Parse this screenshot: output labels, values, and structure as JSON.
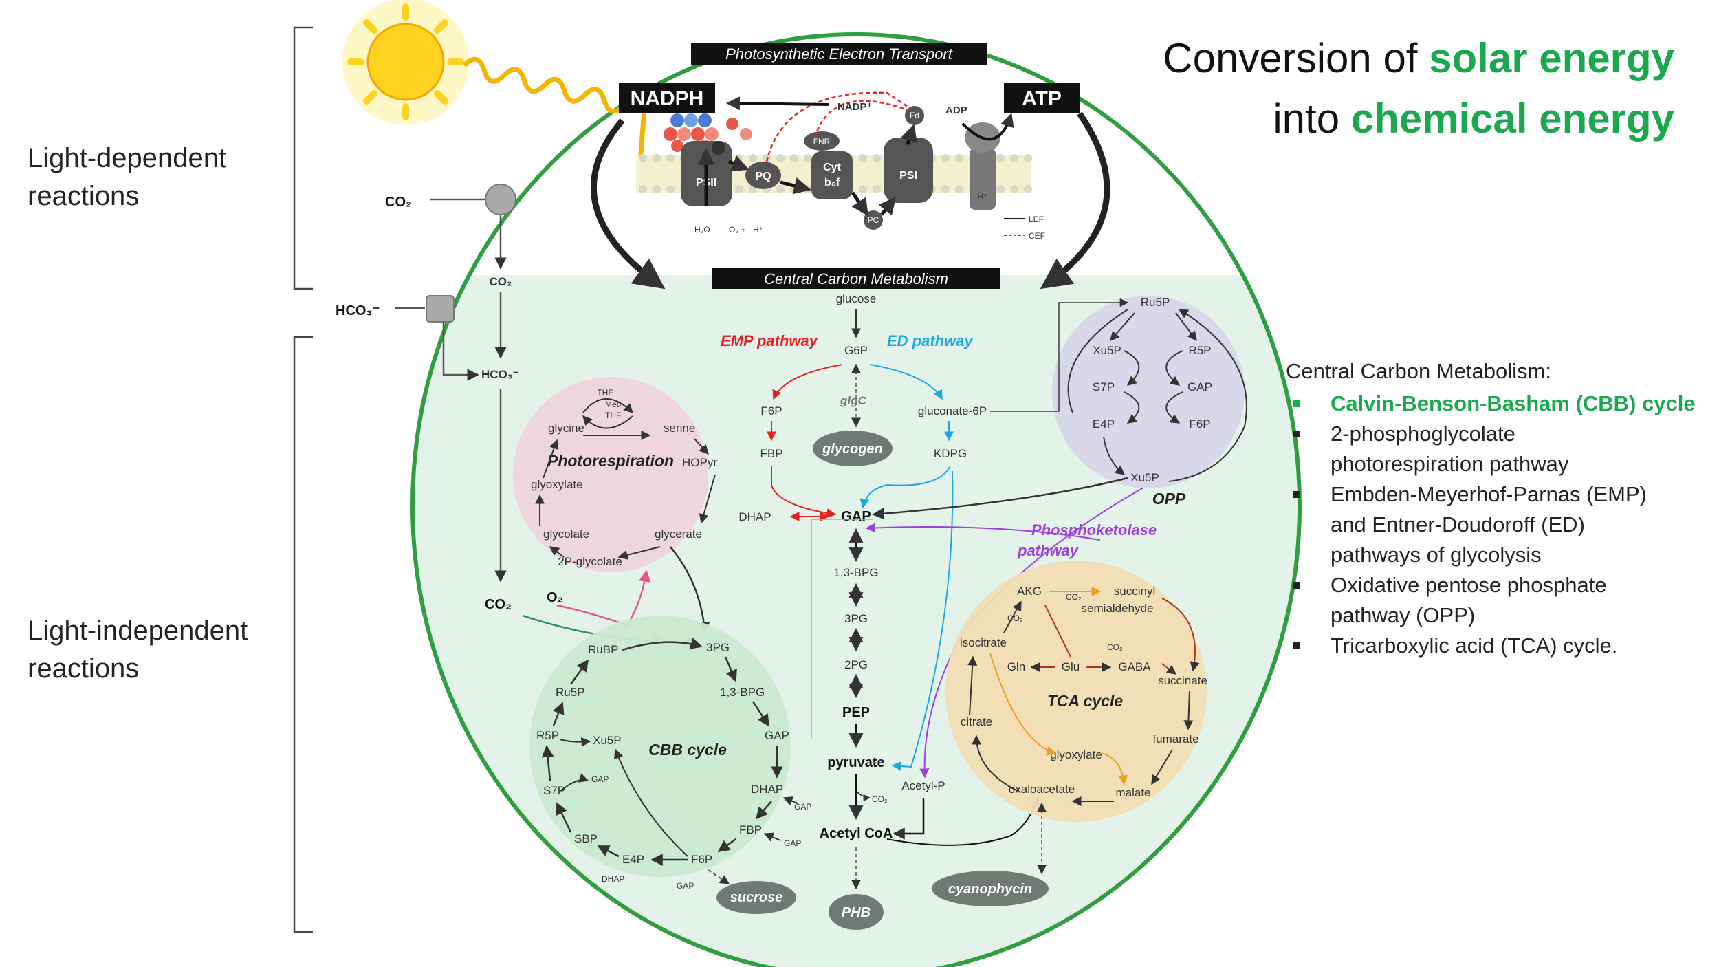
{
  "title": {
    "line1_prefix": "Conversion of ",
    "line1_highlight": "solar energy",
    "line2_prefix": "into ",
    "line2_highlight": "chemical energy"
  },
  "side_labels": {
    "light_dependent_1": "Light-dependent",
    "light_dependent_2": "reactions",
    "light_independent_1": "Light-independent",
    "light_independent_2": "reactions"
  },
  "banners": {
    "pet": "Photosynthetic Electron Transport",
    "ccm": "Central Carbon Metabolism"
  },
  "energy": {
    "nadph": "NADPH",
    "atp": "ATP",
    "nadp": "NADP⁺",
    "adp": "ADP",
    "fnr": "FNR",
    "fd": "Fd"
  },
  "membrane": {
    "psii": "PSII",
    "psi": "PSI",
    "pq": "PQ",
    "pc": "PC",
    "cyt_1": "Cyt",
    "cyt_2": "b₆f",
    "h2o": "H₂O",
    "o2": "O₂ +",
    "hplus": "H⁺",
    "legend_lef": "LEF",
    "legend_cef": "CEF"
  },
  "uptake": {
    "co2_out": "CO₂",
    "co2_in": "CO₂",
    "hco3_out": "HCO₃⁻",
    "hco3_in": "HCO₃⁻",
    "co2_fixed": "CO₂",
    "o2": "O₂"
  },
  "glycolysis": {
    "glucose": "glucose",
    "g6p": "G6P",
    "emp": "EMP pathway",
    "ed": "ED pathway",
    "f6p": "F6P",
    "fbp": "FBP",
    "dhap": "DHAP",
    "gap": "GAP",
    "glgc": "glgC",
    "glycogen": "glycogen",
    "gluconate": "gluconate-6P",
    "kdpg": "KDPG",
    "bpg": "1,3-BPG",
    "pg3": "3PG",
    "pg2": "2PG",
    "pep": "PEP",
    "pyruvate": "pyruvate",
    "co2": "CO₂",
    "acetylcoa": "Acetyl CoA",
    "acetylp": "Acetyl-P",
    "phb": "PHB",
    "phk_1": "Phosphoketolase",
    "phk_2": "pathway"
  },
  "photorespiration": {
    "title": "Photorespiration",
    "thf": "THF",
    "methf_1": "Met-",
    "methf_2": "THF",
    "glycine": "glycine",
    "serine": "serine",
    "glyoxylate": "glyoxylate",
    "hopyr": "HOPyr",
    "glycolate": "glycolate",
    "glycerate": "glycerate",
    "pglycolate": "2P-glycolate"
  },
  "cbb": {
    "title": "CBB cycle",
    "rubp": "RuBP",
    "pg3": "3PG",
    "ru5p": "Ru5P",
    "bpg": "1,3-BPG",
    "r5p": "R5P",
    "xu5p": "Xu5P",
    "gap": "GAP",
    "gap_small_1": "GAP",
    "gap_small_2": "GAP",
    "gap_small_3": "GAP",
    "gap_small_4": "GAP",
    "s7p": "S7P",
    "dhap": "DHAP",
    "dhap_small": "DHAP",
    "fbp": "FBP",
    "sbp": "SBP",
    "e4p": "E4P",
    "f6p": "F6P",
    "sucrose": "sucrose"
  },
  "opp": {
    "title": "OPP",
    "ru5p": "Ru5P",
    "xu5p_top": "Xu5P",
    "r5p": "R5P",
    "s7p": "S7P",
    "gap": "GAP",
    "e4p": "E4P",
    "f6p": "F6P",
    "xu5p": "Xu5P"
  },
  "tca": {
    "title": "TCA cycle",
    "akg": "AKG",
    "co2_1": "CO₂",
    "co2_2": "CO₂",
    "co2_3": "CO₂",
    "succinyl_1": "succinyl",
    "succinyl_2": "semialdehyde",
    "isocitrate": "isocitrate",
    "gln": "Gln",
    "glu": "Glu",
    "gaba": "GABA",
    "succinate": "succinate",
    "citrate": "citrate",
    "fumarate": "fumarate",
    "glyoxylate": "glyoxylate",
    "oxaloacetate": "oxaloacetate",
    "malate": "malate",
    "cyanophycin": "cyanophycin"
  },
  "legend": {
    "heading": "Central Carbon Metabolism:",
    "items": [
      {
        "lines": [
          "Calvin-Benson-Basham (CBB) cycle"
        ],
        "highlight": true
      },
      {
        "lines": [
          "2-phosphoglycolate",
          "photorespiration pathway"
        ],
        "highlight": false
      },
      {
        "lines": [
          "Embden-Meyerhof-Parnas (EMP)",
          "and Entner-Doudoroff (ED)",
          "pathways of glycolysis"
        ],
        "highlight": false
      },
      {
        "lines": [
          "Oxidative pentose phosphate",
          "pathway (OPP)"
        ],
        "highlight": false
      },
      {
        "lines": [
          "Tricarboxylic acid (TCA) cycle."
        ],
        "highlight": false
      }
    ],
    "colors": {
      "highlight": "#1aa84f",
      "normal": "#222222"
    }
  },
  "colors": {
    "cell_border": "#2e9e3e",
    "cell_fill": "#e4f3e9",
    "photoresp_fill": "#efd3de",
    "cbb_fill": "#c9e9d1",
    "opp_fill": "#d8d6ea",
    "tca_fill": "#f2dcb4",
    "emp": "#e02424",
    "ed": "#1ea7e1",
    "phosphoketolase": "#9b3fe0",
    "sun": "#ffd21f"
  }
}
